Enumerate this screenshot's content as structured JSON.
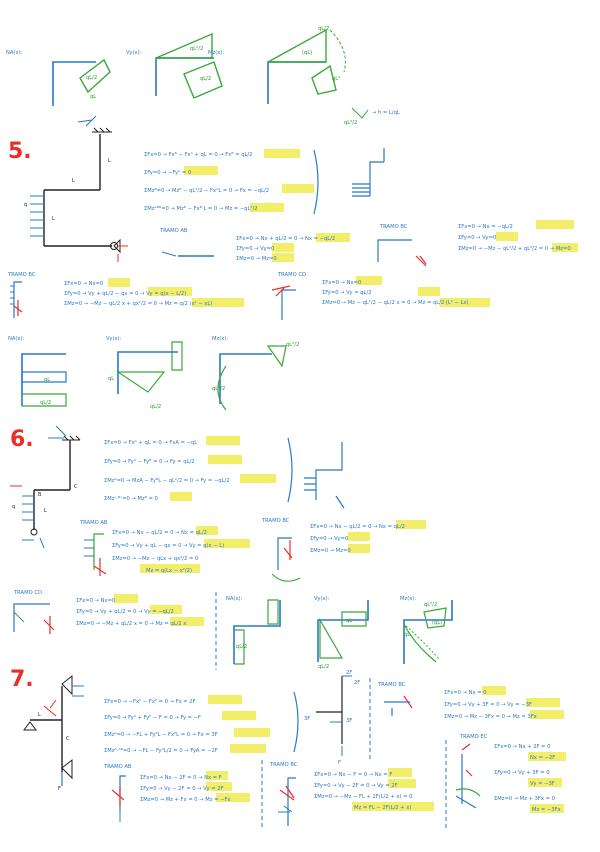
{
  "colors": {
    "blue": "#2a78c8",
    "green": "#39a839",
    "red": "#e8302a",
    "black": "#222222",
    "highlight": "#f3ee6a"
  },
  "top_diagrams": {
    "labels": [
      "NA(x):",
      "Vy(x):",
      "Mz(x):"
    ],
    "values": [
      "qL/2",
      "qL",
      "qL²/2",
      "qL/2",
      "(qL)",
      "qL/2",
      "qL²",
      "qL²/2"
    ],
    "result": "→ h = L/qL"
  },
  "problem5": {
    "number": "5.",
    "equations": [
      "ΣFx=0 → Fxᴮ − Fxᴬ + qL = 0 → Fxᴮ = qL/2",
      "ΣFy=0 → −Fyᴬ = 0",
      "ΣMzᴮ=0 → Mzᴮ − qL²/2 − FxᴬL = 0 → Fx = −qL/2",
      "ΣMzᴬᴮᴮ=0 → Mzᴮ − Fxᴮ L = 0 → Mz = −qL²/2"
    ],
    "ab": {
      "title": "TRAMO AB",
      "eqs": [
        "ΣFx=0 → Nx + qL/2 = 0 → Nx = −qL/2",
        "ΣFy=0 → Vy=0",
        "ΣMz=0 → Mz=0"
      ]
    },
    "bc": {
      "title": "TRAMO BC",
      "eqs": [
        "ΣFx=0 → Nx = −qL/2",
        "ΣFy=0 → Vy=0",
        "ΣMz=0 → −Mz − qL²/2 + qL²/2 = 0 → Mz=0"
      ]
    },
    "bc2": {
      "title": "TRAMO BC",
      "eqs": [
        "ΣFx=0 → Nx=0",
        "ΣFy=0 → Vy + qL/2 − qx = 0 → Vy = q(x − L/2)",
        "ΣMz=0 → −Mz − qL/2 x + qx²/2 = 0 → Mz = q/2 (x² − xL)"
      ]
    },
    "cd": {
      "title": "TRAMO CD",
      "eqs": [
        "ΣFx=0 → Nx=0",
        "ΣFy=0 → Vy = qL/2",
        "ΣMz=0 → Mz − qL²/2 − qL/2 x = 0 → Mz = qL/2 (L² − Lx)"
      ]
    },
    "diagrams": [
      "NA(x):",
      "Vy(x):",
      "Mz(x):"
    ],
    "values": [
      "qL",
      "qL/2",
      "qL",
      "qL/2",
      "qL²/2",
      "qL²/2"
    ]
  },
  "problem6": {
    "number": "6.",
    "equations": [
      "ΣFx=0 → Fxᴬ + qL = 0 → FxA = −qL",
      "ΣFy=0 → Fyᴬ − Fyᴮ = 0 → Fy = qL/2",
      "ΣMzᴬ=0 → MzA − FyᴮL − qL²/2 = 0 → Fy = −qL/2",
      "ΣMzᶜ·ᴮᶜ=0 → Mzᴮ = 0"
    ],
    "ab": {
      "title": "TRAMO AB",
      "eqs": [
        "ΣFx=0 → Nx − qL/2 = 0 → Nx = qL/2",
        "ΣFy=0 → Vy + qL − qx = 0 → Vy = q(x − L)",
        "ΣMz=0 → −Mz − qLx + qx²/2 = 0",
        "Mz = q(Lx − x²/2)"
      ]
    },
    "bc": {
      "title": "TRAMO BC",
      "eqs": [
        "ΣFx=0 → Nx − qL/2 = 0 → Nx = qL/2",
        "ΣFy=0 → Vy=0",
        "ΣMz=0 → Mz=0"
      ]
    },
    "cd": {
      "title": "TRAMO CD",
      "eqs": [
        "ΣFx=0 → Nx=0",
        "ΣFy=0 → Vy + qL/2 = 0 → Vy = −qL/2",
        "ΣMz=0 → −Mz + qL/2 x = 0 → Mz = qL/2 x"
      ]
    },
    "diagrams": [
      "NA(x):",
      "Vy(x):",
      "Mz(x):"
    ],
    "values": [
      "qL/2",
      "qL",
      "qL/2",
      "qL²/2",
      "(qL)",
      "qL"
    ]
  },
  "problem7": {
    "number": "7.",
    "equations": [
      "ΣFx=0 → −Fxᴬ − Fxᴱ = 0 → Fx = 2F",
      "ΣFy=0 → Fyᴬ + Fyᴱ − F = 0 → Fy = −F",
      "ΣMzᴬ=0 → −FL + FyᴱL − FxᴱL = 0 → Fx = 3F",
      "ΣMzᴬ·ᴬᴮ=0 → −FL − FyᴬL/2 = 0 → FyA = −2F"
    ],
    "ab": {
      "title": "TRAMO AB",
      "eqs": [
        "ΣFx=0 → Nx − 2F = 0 → Nx = F",
        "ΣFy=0 → Vy − 2F = 0 → Vy = 2F",
        "ΣMz=0 → Mz + Fx = 0 → Mz = −Fx"
      ]
    },
    "bc": {
      "title": "TRAMO BC",
      "eqs": [
        "ΣFx=0 → Nx − F = 0 → Nx = F",
        "ΣFy=0 → Vy − 2F = 0 → Vy = 2F",
        "ΣMz=0 → −Mz − FL + 2F(L/2 + x) = 0",
        "Mz = FL − 2F(L/2 + x)"
      ]
    },
    "bc2": {
      "title": "TRAMO BC",
      "eqs": [
        "ΣFx=0 → Nx = 0",
        "ΣFy=0 → Vy + 3F = 0 → Vy = −3F",
        "ΣMz=0 → Mz − 3Fx = 0 → Mz = 3Fx"
      ]
    },
    "ec": {
      "title": "TRAMO EC",
      "eqs": [
        "ΣFx=0 → Nx + 2F = 0",
        "Nx = −2F",
        "ΣFy=0 → Vy + 3F = 0",
        "Vy = −3F",
        "ΣMz=0 → Mz + 3Fx = 0",
        "Mz = −3Fx"
      ]
    },
    "diagram_labels": [
      "2F",
      "3F",
      "F",
      "3F",
      "2F"
    ]
  }
}
